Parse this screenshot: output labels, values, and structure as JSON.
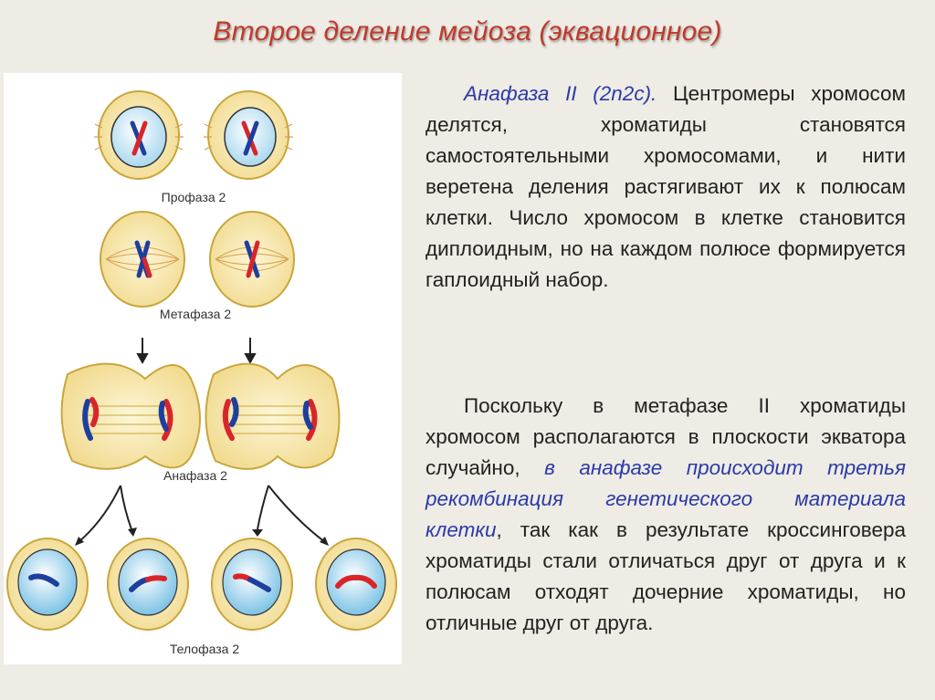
{
  "title": "Второе деление мейоза (эквационное)",
  "figure": {
    "labels": {
      "prophase": "Профаза 2",
      "metaphase": "Метафаза 2",
      "anaphase": "Анафаза 2",
      "telophase": "Телофаза 2"
    }
  },
  "paragraph1": {
    "lead": "Анафаза II (2n2c).",
    "text": "Центромеры хромосом делятся, хроматиды становятся самостоятельными хромосомами, и нити веретена деления растягивают их к полюсам клетки. Число хромосом в клетке становится диплоидным, но на каждом полюсе формируется гаплоидный набор."
  },
  "paragraph2": {
    "text_before": "Поскольку в метафазе II хроматиды хромосом располагаются в плоскости экватора случайно,",
    "highlight": "в анафазе происходит третья рекомбинация генетического материала клетки",
    "text_after": ", так как в результате кроссинговера хроматиды стали отличаться друг от друга и к полюсам отходят дочерние хроматиды, но отличные друг от друга."
  },
  "colors": {
    "title": "#c0392b",
    "accent_text": "#2b3aa8",
    "cell_fill": "#f6e6a8",
    "cell_stroke": "#c9a63c",
    "nucleus_fill": "#cdeaf7",
    "chromosome_blue": "#1f3f9e",
    "chromosome_red": "#d9252a"
  }
}
